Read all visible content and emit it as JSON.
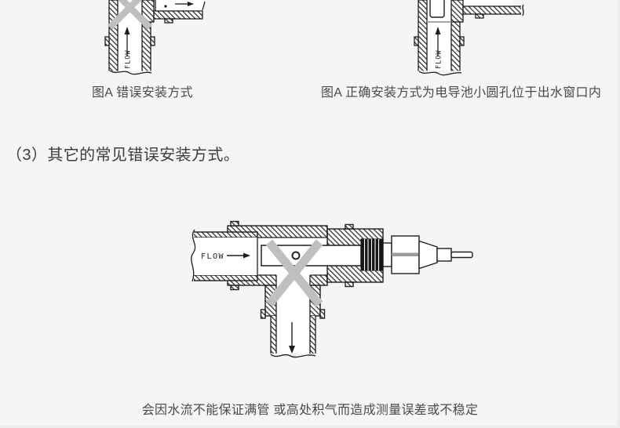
{
  "page": {
    "background": "#f5f5f6",
    "line_color": "#1e1e1e",
    "cross_color": "#bfbfbf",
    "text_color": "#4a4a4a"
  },
  "heading": {
    "text": "（3）其它的常见错误安装方式。"
  },
  "figures": {
    "top_left": {
      "caption": "图A 错误安装方式",
      "flow_label": "FLOW"
    },
    "top_right": {
      "caption": "图A 正确安装方式为电导池小圆孔位于出水窗口内",
      "flow_label": "FLOW"
    },
    "main": {
      "flow_label": "FLOW",
      "caption": "会因水流不能保证满管 或高处积气而造成测量误差或不稳定"
    }
  }
}
